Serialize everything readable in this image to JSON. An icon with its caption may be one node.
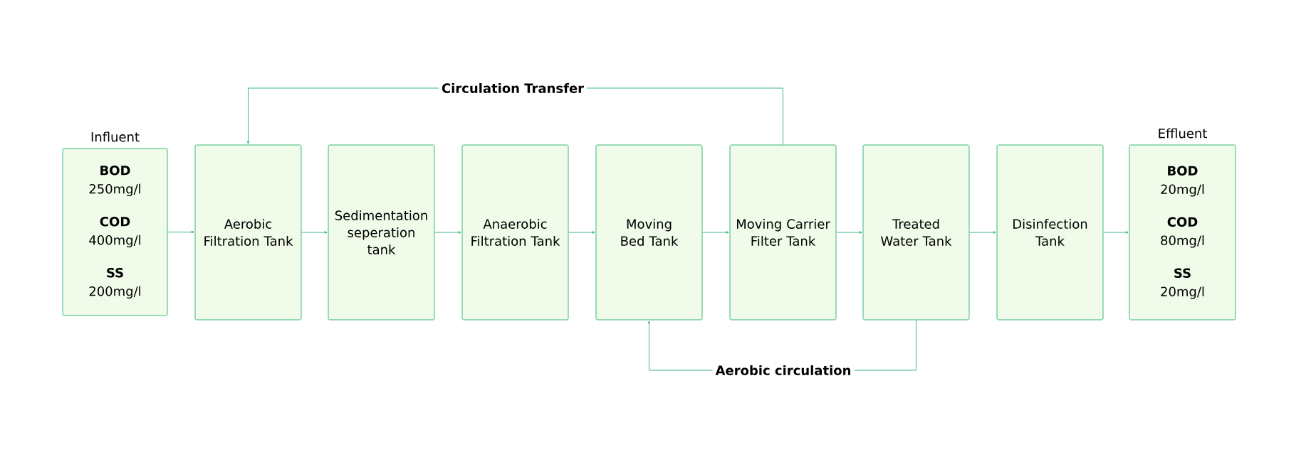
{
  "diagram": {
    "nodes": [
      {
        "text": [
          "Influent",
          "BOD",
          "250mg/l",
          "COD",
          "400mg/l",
          "SS",
          "200mg/l"
        ]
      },
      {
        "text": [
          "Aerobic Filtration Tank"
        ]
      },
      {
        "text": [
          "Sedimentation seperation tank"
        ]
      },
      {
        "text": [
          "Anaerobic Filtration Tank"
        ]
      },
      {
        "text": [
          "Moving Bed Tank"
        ]
      },
      {
        "text": [
          "Moving Carrier Filter Tank"
        ]
      },
      {
        "text": [
          "Treated Water Tank"
        ]
      },
      {
        "text": [
          "Disinfection Tank"
        ]
      },
      {
        "text": [
          "Effluent",
          "BOD",
          "20mg/l",
          "COD",
          "80mg/l",
          "SS",
          "20mg/l"
        ]
      }
    ],
    "edges": [
      {
        "from": 0,
        "to": 1,
        "arrow": "to"
      },
      {
        "from": 1,
        "to": 2,
        "arrow": "to"
      },
      {
        "from": 2,
        "to": 3,
        "arrow": "to"
      },
      {
        "from": 3,
        "to": 4,
        "arrow": "to"
      },
      {
        "from": 4,
        "to": 5,
        "arrow": "to"
      },
      {
        "from": 5,
        "to": 6,
        "arrow": "to"
      },
      {
        "from": 6,
        "to": 7,
        "arrow": "to"
      },
      {
        "from": 7,
        "to": 8,
        "arrow": "to"
      },
      {
        "from": 5,
        "to": 1,
        "arrow": "to",
        "label": "Circulation Transfer"
      },
      {
        "from": 6,
        "to": 4,
        "arrow": "to",
        "label": "Aerobic circulation"
      }
    ]
  }
}
